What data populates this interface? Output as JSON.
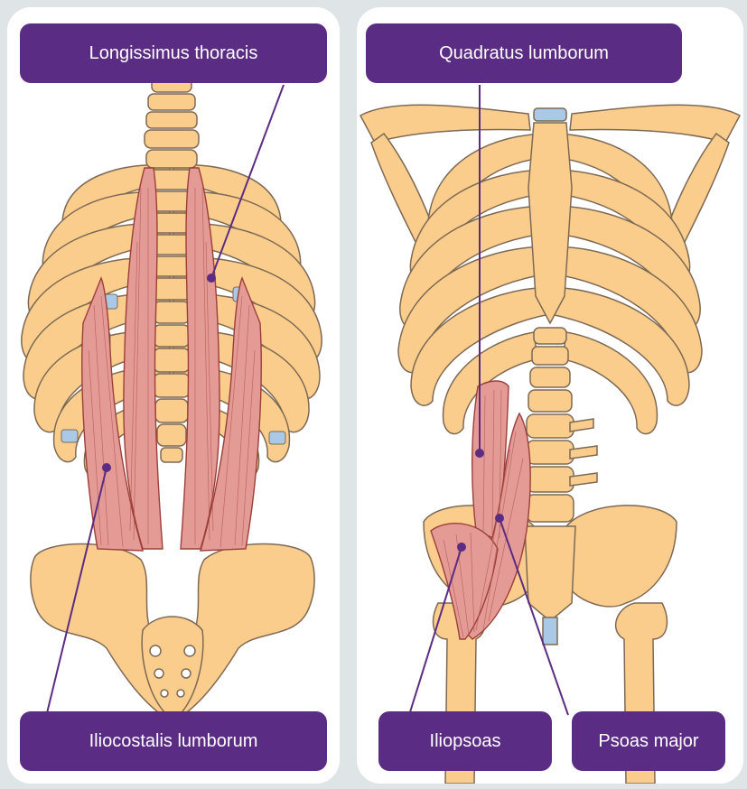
{
  "labels": {
    "longissimus": "Longissimus thoracis",
    "iliocostalis": "Iliocostalis lumborum",
    "quadratus": "Quadratus lumborum",
    "iliopsoas": "Iliopsoas",
    "psoas": "Psoas major"
  },
  "colors": {
    "bone": "#fbcd8c",
    "bone_outline": "#7d6a55",
    "muscle": "#e49a95",
    "muscle_outline": "#9c3f3a",
    "cartilage": "#a9c9e6",
    "label_bg": "#5b2c83",
    "leader_line": "#5b2c83",
    "background": "#dfe4e6",
    "panel": "#ffffff"
  }
}
